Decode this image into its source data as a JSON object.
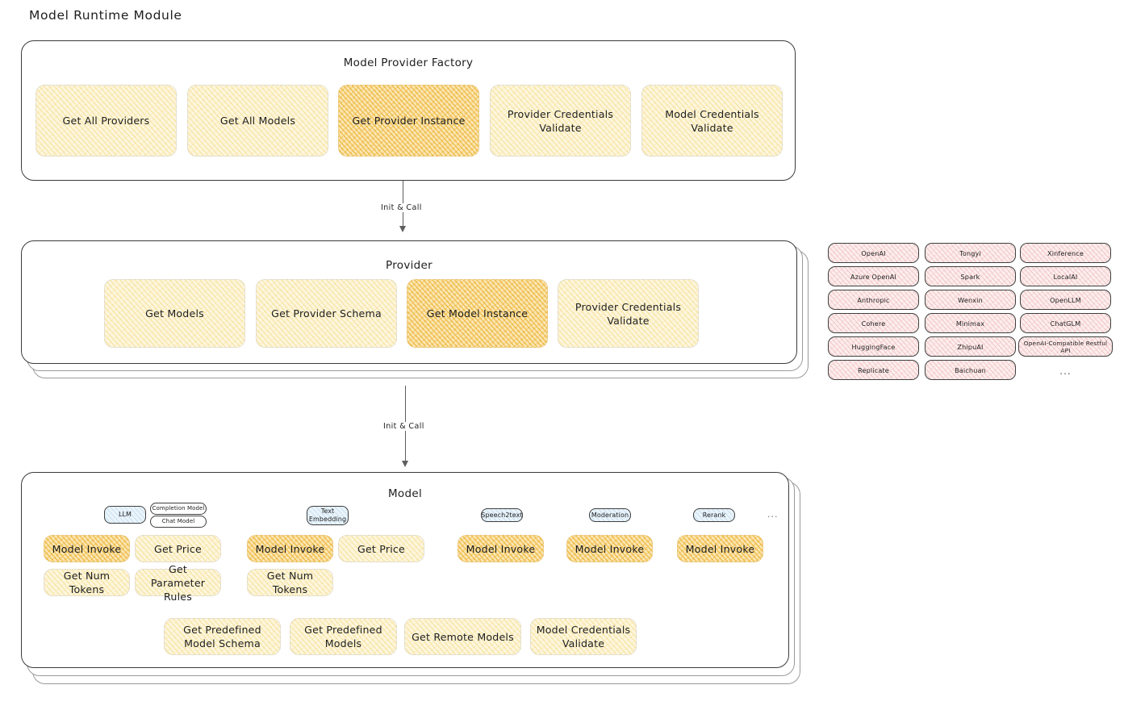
{
  "page": {
    "title": "Model Runtime Module"
  },
  "factory": {
    "title": "Model Provider Factory",
    "nodes": [
      {
        "label": "Get All Providers",
        "highlighted": false
      },
      {
        "label": "Get All Models",
        "highlighted": false
      },
      {
        "label": "Get Provider Instance",
        "highlighted": true
      },
      {
        "label": "Provider Credentials Validate",
        "highlighted": false
      },
      {
        "label": "Model Credentials Validate",
        "highlighted": false
      }
    ]
  },
  "arrows": [
    {
      "label": "Init & Call"
    },
    {
      "label": "Init & Call"
    }
  ],
  "provider": {
    "title": "Provider",
    "nodes": [
      {
        "label": "Get Models",
        "highlighted": false
      },
      {
        "label": "Get Provider Schema",
        "highlighted": false
      },
      {
        "label": "Get Model Instance",
        "highlighted": true
      },
      {
        "label": "Provider Credentials Validate",
        "highlighted": false
      }
    ]
  },
  "provider_list": {
    "columns": [
      {
        "items": [
          "OpenAI",
          "Azure OpenAI",
          "Anthropic",
          "Cohere",
          "HuggingFace",
          "Replicate"
        ]
      },
      {
        "items": [
          "Tongyi",
          "Spark",
          "Wenxin",
          "Minimax",
          "ZhipuAI",
          "Baichuan"
        ]
      },
      {
        "items": [
          "Xinference",
          "LocalAI",
          "OpenLLM",
          "ChatGLM",
          "OpenAI-Compatible Restful API"
        ]
      }
    ],
    "more": "..."
  },
  "model": {
    "title": "Model",
    "more": "...",
    "types": [
      {
        "badge": "LLM",
        "sub_badges": [
          "Completion Model",
          "Chat Model"
        ],
        "ops": [
          "Model Invoke",
          "Get Price",
          "Get Num Tokens",
          "Get Parameter Rules"
        ]
      },
      {
        "badge": "Text Embedding",
        "sub_badges": [],
        "ops": [
          "Model Invoke",
          "Get Price",
          "Get Num Tokens"
        ]
      },
      {
        "badge": "Speech2text",
        "sub_badges": [],
        "ops": [
          "Model Invoke"
        ]
      },
      {
        "badge": "Moderation",
        "sub_badges": [],
        "ops": [
          "Model Invoke"
        ]
      },
      {
        "badge": "Rerank",
        "sub_badges": [],
        "ops": [
          "Model Invoke"
        ]
      }
    ],
    "shared_ops": [
      "Get Predefined Model Schema",
      "Get Predefined Models",
      "Get Remote Models",
      "Model Credentials Validate"
    ]
  },
  "colors": {
    "node_light": "#fdf6dd",
    "node_strong": "#fbe6b4",
    "pill_pink": "#fdeeee",
    "badge_blue": "#eaf4fb",
    "stroke": "#3b3b3b"
  }
}
